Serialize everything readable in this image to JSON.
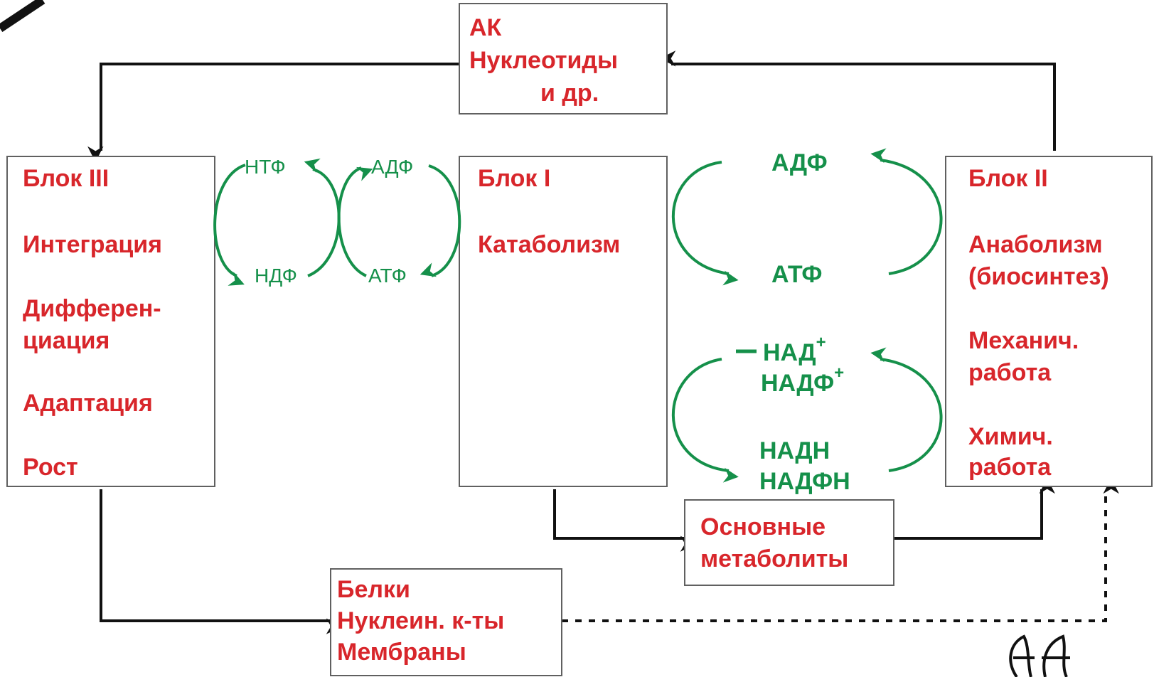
{
  "ak_box": {
    "line1": "АК",
    "line2": "Нуклеотиды",
    "line3": "и др."
  },
  "block3": {
    "title": "Блок III",
    "items": [
      "Интеграция",
      "Диффе­рен-",
      "циация",
      "Адаптация",
      "Рост"
    ]
  },
  "block1": {
    "title": "Блок I",
    "item": "Катаболизм"
  },
  "block2": {
    "title": "Блок II",
    "items": [
      "Анаболизм",
      "(биосинтез)",
      "Механич.",
      "работа",
      "Химич.",
      "работа"
    ]
  },
  "small_cycle": {
    "ntf": "НТФ",
    "ndf": "НДФ",
    "adf": "АДФ",
    "atf": "АТФ"
  },
  "energy_cycle": {
    "adf": "АДФ",
    "atf": "АТФ"
  },
  "redox_cycle": {
    "nad": "НАД",
    "nad_sup": "+",
    "nadf": "НАДФ",
    "nadf_sup": "+",
    "nadh": "НАДН",
    "nadfh": "НАДФН"
  },
  "metabolites_box": {
    "line1": "Основные",
    "line2": "метаболиты"
  },
  "macromolecules_box": {
    "line1": "Белки",
    "line2": "Нуклеин. к-ты",
    "line3": "Мембраны"
  },
  "colors": {
    "red_text": "#d8262b",
    "green": "#15904a",
    "arrows": "#111111",
    "box_border": "#606060"
  }
}
